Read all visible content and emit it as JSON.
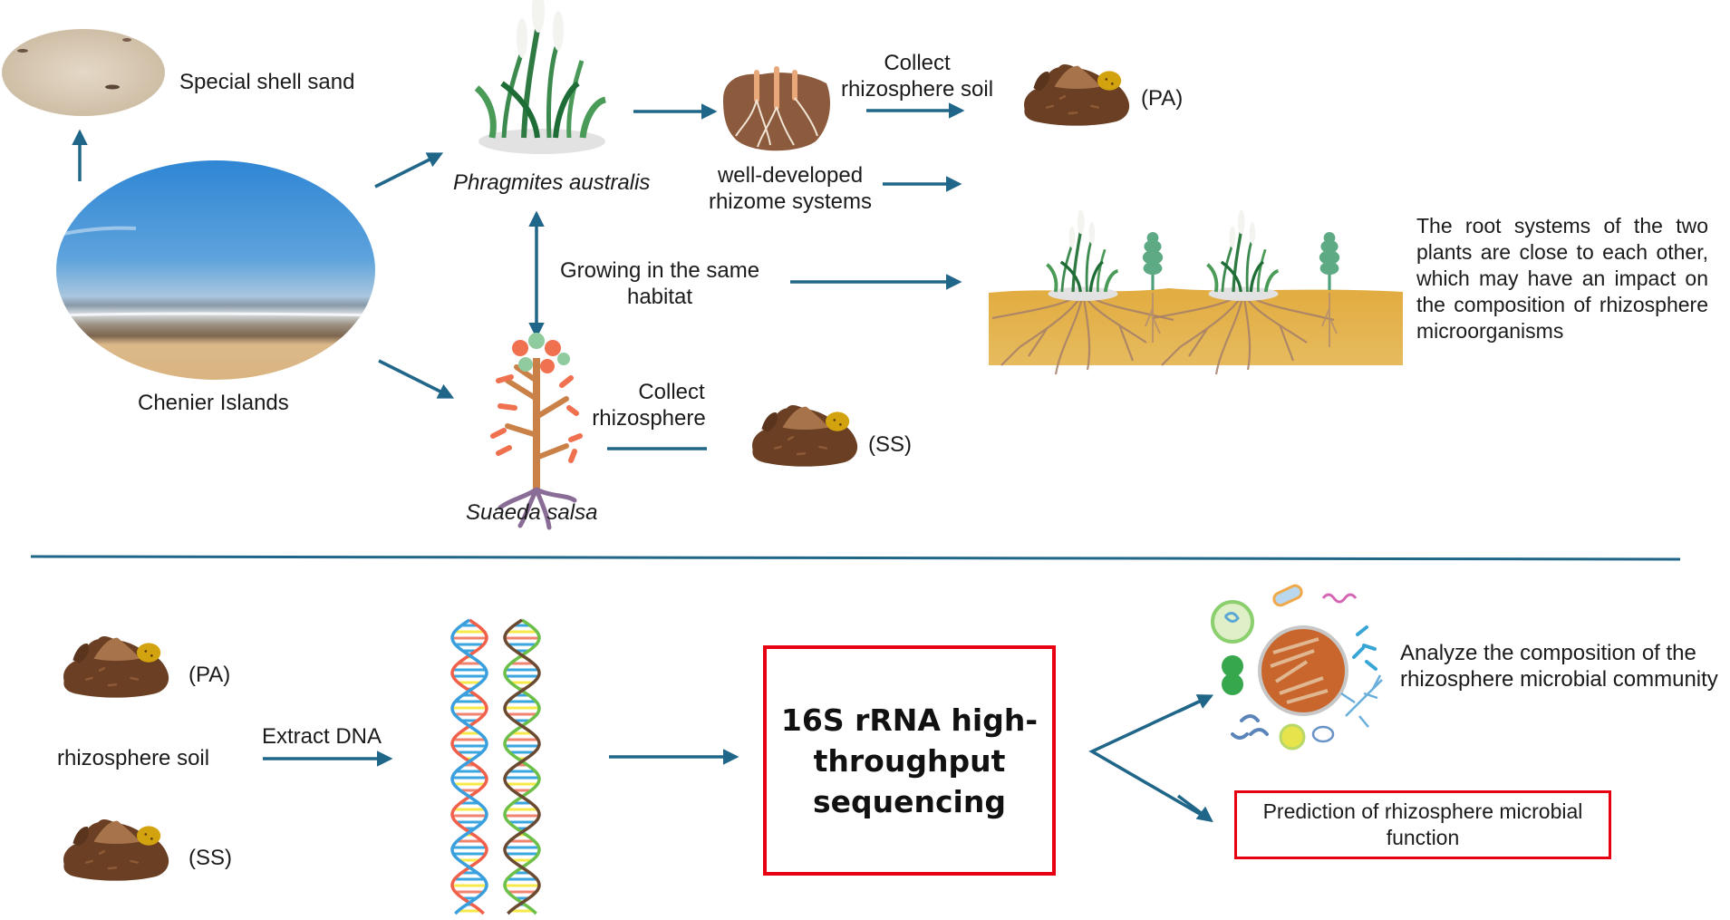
{
  "title": "Rhizosphere microbiome study workflow: Phragmites australis and Suaeda salsa on Chenier Islands",
  "colors": {
    "arrow": "#1f6689",
    "highlight_box": "#e60012",
    "soil_band": "#e0ad48"
  },
  "top_section": {
    "shell_sand_label": "Special shell sand",
    "chenier_label": "Chenier Islands",
    "phragmites_label": "Phragmites australis",
    "suaeda_label": "Suaeda salsa",
    "rhizome_label_line1": "well-developed",
    "rhizome_label_line2": "rhizome systems",
    "collect_soil_line1": "Collect",
    "collect_soil_line2": "rhizosphere soil",
    "pa_tag": "(PA)",
    "same_habitat_line1": "Growing in the same",
    "same_habitat_line2": "habitat",
    "collect_rhizo_line1": "Collect",
    "collect_rhizo_line2": "rhizosphere",
    "ss_tag": "(SS)",
    "root_description": "The root systems of the two plants are close to each other, which may have an impact on the composition of rhizosphere microorganisms"
  },
  "bottom_section": {
    "pa_tag": "(PA)",
    "ss_tag": "(SS)",
    "soil_label": "rhizosphere soil",
    "extract_label": "Extract DNA",
    "sequencing_line1": "16S rRNA high-",
    "sequencing_line2": "throughput",
    "sequencing_line3": "sequencing",
    "analyze_line1": "Analyze the composition of the",
    "analyze_line2": "rhizosphere microbial community",
    "predict_line1": "Prediction of rhizosphere microbial",
    "predict_line2": "function"
  }
}
